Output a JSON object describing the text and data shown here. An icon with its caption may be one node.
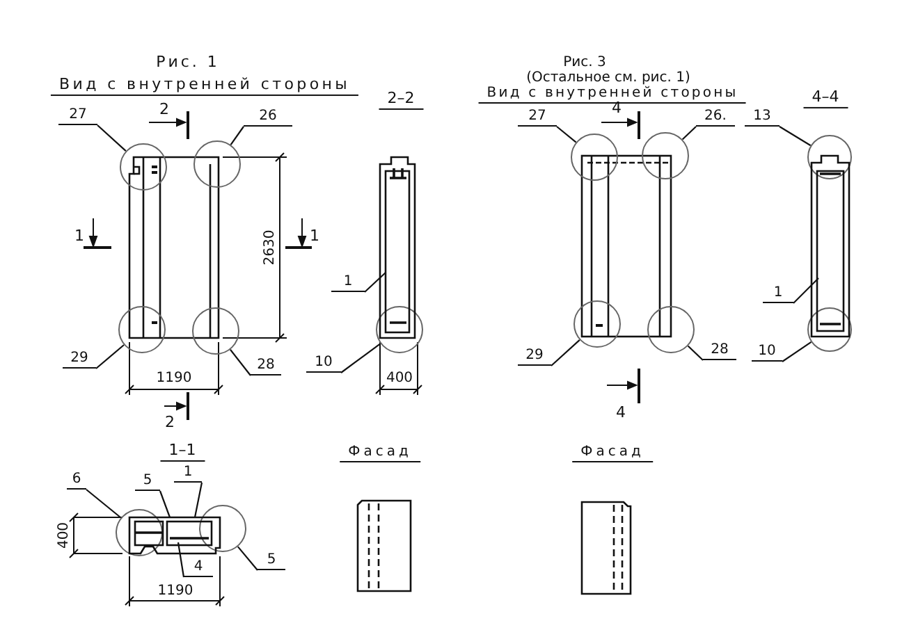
{
  "diagram": {
    "nodes": [
      {
        "text": [
          "27"
        ]
      },
      {
        "text": [],
        "shape": "circle"
      },
      {
        "text": [
          "26"
        ]
      },
      {
        "text": [],
        "shape": "circle"
      },
      {
        "text": [
          "29"
        ]
      },
      {
        "text": [],
        "shape": "circle"
      },
      {
        "text": [
          "28"
        ]
      },
      {
        "text": [],
        "shape": "circle"
      },
      {
        "text": [
          "1"
        ]
      },
      {
        "text": [
          "10"
        ]
      },
      {
        "text": [],
        "shape": "circle"
      },
      {
        "text": [
          "27"
        ]
      },
      {
        "text": [],
        "shape": "circle"
      },
      {
        "text": [
          "26."
        ]
      },
      {
        "text": [],
        "shape": "circle"
      },
      {
        "text": [
          "29"
        ]
      },
      {
        "text": [],
        "shape": "circle"
      },
      {
        "text": [
          "28"
        ]
      },
      {
        "text": [],
        "shape": "circle"
      },
      {
        "text": [
          "13"
        ]
      },
      {
        "text": [],
        "shape": "circle"
      },
      {
        "text": [
          "1"
        ]
      },
      {
        "text": [
          "10"
        ]
      },
      {
        "text": [],
        "shape": "circle"
      },
      {
        "text": [
          "6"
        ]
      },
      {
        "text": [],
        "shape": "circle"
      },
      {
        "text": [
          "5"
        ]
      },
      {
        "text": [
          "1"
        ]
      },
      {
        "text": [
          "4"
        ]
      },
      {
        "text": [
          "5"
        ]
      },
      {
        "text": [],
        "shape": "circle"
      },
      {
        "text": [],
        "shape": "picture"
      },
      {
        "text": [],
        "shape": "picture"
      },
      {
        "text": [],
        "shape": "picture"
      }
    ],
    "edges": [
      {
        "from": 0,
        "to": 1,
        "arrow": "none"
      },
      {
        "from": 2,
        "to": 3,
        "arrow": "none"
      },
      {
        "from": 4,
        "to": 5,
        "arrow": "none"
      },
      {
        "from": 6,
        "to": 7,
        "arrow": "none"
      },
      {
        "from": 8,
        "to": 31,
        "arrow": "none"
      },
      {
        "from": 9,
        "to": 10,
        "arrow": "none"
      },
      {
        "from": 11,
        "to": 12,
        "arrow": "none"
      },
      {
        "from": 13,
        "to": 14,
        "arrow": "none"
      },
      {
        "from": 15,
        "to": 16,
        "arrow": "none"
      },
      {
        "from": 17,
        "to": 18,
        "arrow": "none"
      },
      {
        "from": 19,
        "to": 20,
        "arrow": "none"
      },
      {
        "from": 21,
        "to": 32,
        "arrow": "none"
      },
      {
        "from": 22,
        "to": 23,
        "arrow": "none"
      },
      {
        "from": 24,
        "to": 25,
        "arrow": "none"
      },
      {
        "from": 26,
        "to": 33,
        "arrow": "none"
      },
      {
        "from": 27,
        "to": 33,
        "arrow": "none"
      },
      {
        "from": 28,
        "to": 33,
        "arrow": "none"
      },
      {
        "from": 29,
        "to": 30,
        "arrow": "none"
      }
    ],
    "labels": [
      "Рис. 1",
      "Вид с внутренней стороны",
      "2–2",
      "2",
      "1",
      "1",
      "2630",
      "1190",
      "400",
      "2",
      "Рис. 3",
      "(Остальное см. рис. 1)",
      "Вид с внутренней стороны",
      "4–4",
      "4",
      "4",
      "1–1",
      "400",
      "1190",
      "Фасад",
      "Фасад"
    ]
  }
}
